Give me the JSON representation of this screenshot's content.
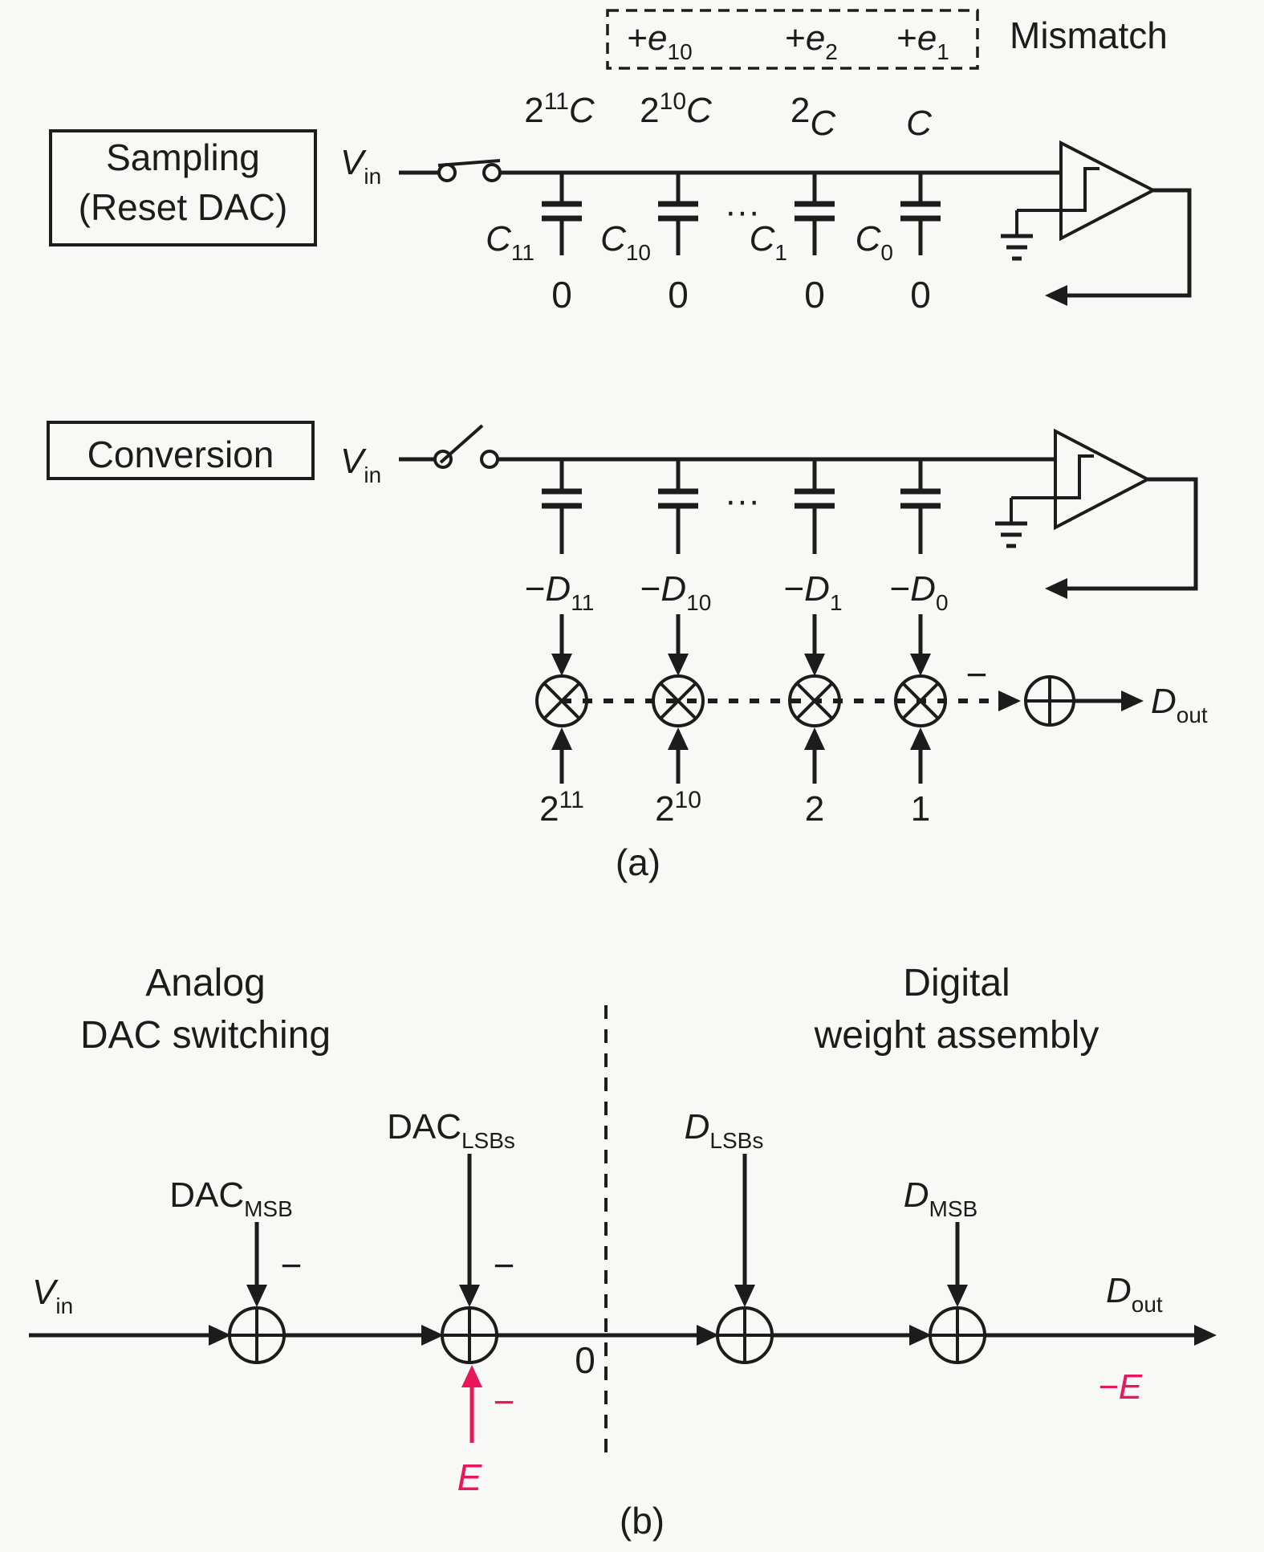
{
  "colors": {
    "ink": "#1c1c1c",
    "error_red": "#e8175c",
    "background": "#f8f8f7"
  },
  "panel_a": {
    "caption": "(a)",
    "mismatch_label": "Mismatch",
    "error_terms": [
      {
        "prefix": "+",
        "var": "e",
        "sub": "10"
      },
      {
        "prefix": "+",
        "var": "e",
        "sub": "2"
      },
      {
        "prefix": "+",
        "var": "e",
        "sub": "1"
      }
    ],
    "cap_values": [
      {
        "coef": "2",
        "sup": "11",
        "unit": "C"
      },
      {
        "coef": "2",
        "sup": "10",
        "unit": "C"
      },
      {
        "coef": "2",
        "sup": "",
        "unit": "C"
      },
      {
        "coef": "",
        "sup": "",
        "unit": "C"
      }
    ],
    "sampling": {
      "phase_label_line1": "Sampling",
      "phase_label_line2": "(Reset DAC)",
      "vin": {
        "var": "V",
        "sub": "in"
      },
      "cap_names": [
        {
          "var": "C",
          "sub": "11"
        },
        {
          "var": "C",
          "sub": "10"
        },
        {
          "var": "C",
          "sub": "1"
        },
        {
          "var": "C",
          "sub": "0"
        }
      ],
      "bottom_plate_values": [
        "0",
        "0",
        "0",
        "0"
      ],
      "dots": "···"
    },
    "conversion": {
      "phase_label": "Conversion",
      "vin": {
        "var": "V",
        "sub": "in"
      },
      "dots": "···",
      "dac_decisions": [
        {
          "prefix": "−",
          "var": "D",
          "sub": "11"
        },
        {
          "prefix": "−",
          "var": "D",
          "sub": "10"
        },
        {
          "prefix": "−",
          "var": "D",
          "sub": "1"
        },
        {
          "prefix": "−",
          "var": "D",
          "sub": "0"
        }
      ],
      "weights": [
        {
          "base": "2",
          "sup": "11"
        },
        {
          "base": "2",
          "sup": "10"
        },
        {
          "base": "2",
          "sup": ""
        },
        {
          "base": "1",
          "sup": ""
        }
      ],
      "sum_minus": "−",
      "dout": {
        "var": "D",
        "sub": "out"
      }
    }
  },
  "panel_b": {
    "caption": "(b)",
    "left_heading_line1": "Analog",
    "left_heading_line2": "DAC switching",
    "right_heading_line1": "Digital",
    "right_heading_line2": "weight assembly",
    "vin": {
      "var": "V",
      "sub": "in"
    },
    "adders": [
      {
        "label": {
          "var": "DAC",
          "sub": "MSB"
        },
        "sign": "−"
      },
      {
        "label": {
          "var": "DAC",
          "sub": "LSBs"
        },
        "sign": "−"
      },
      {
        "label": {
          "var": "D",
          "sub": "LSBs"
        },
        "sign": ""
      },
      {
        "label": {
          "var": "D",
          "sub": "MSB"
        },
        "sign": ""
      }
    ],
    "zero": "0",
    "error": {
      "var": "E",
      "sign": "−"
    },
    "dout": {
      "var": "D",
      "sub": "out"
    },
    "output_error": "−E"
  }
}
